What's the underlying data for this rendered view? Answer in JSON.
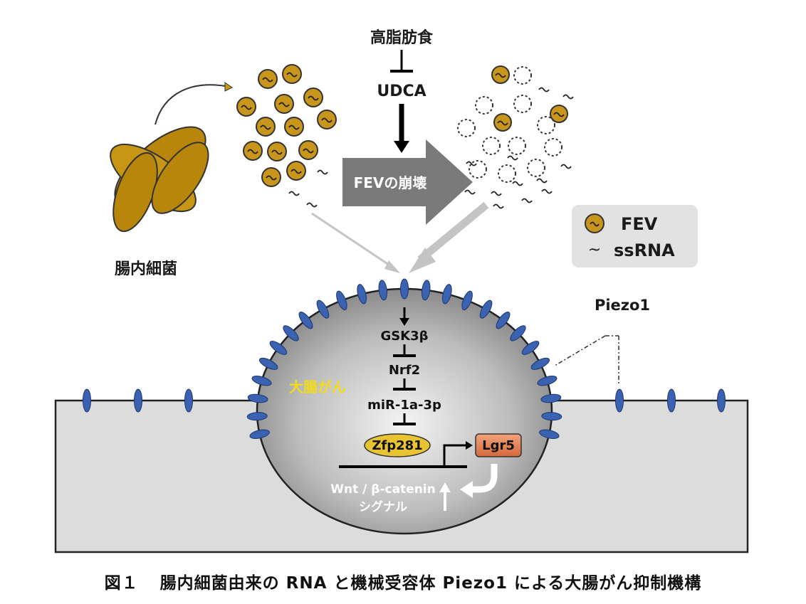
{
  "colors": {
    "fev": "#c8961c",
    "bacteria": "#b8860b",
    "receptor": "#3b62b0",
    "tissue": "#dcdcdc",
    "legend_bg": "#e2e2e2",
    "cancer_label": "#f2dc1a",
    "lgr5": "#e07a4a",
    "zfp281": "#e8c432",
    "arrow_gray": "#bdbdbd",
    "big_arrow": "#7a7a7a"
  },
  "labels": {
    "diet": "高脂肪食",
    "udca": "UDCA",
    "bacteria": "腸内細菌",
    "fev_collapse": "FEVの崩壊",
    "piezo": "Piezo1",
    "cancer": "大腸がん",
    "gsk": "GSK3β",
    "nrf2": "Nrf2",
    "mir": "miR-1a-3p",
    "zfp": "Zfp281",
    "lgr5": "Lgr5",
    "wnt": "Wnt / β-catenin",
    "signal": "シグナル"
  },
  "legend": {
    "fev": "FEV",
    "ssrna": "ssRNA",
    "wave": "~"
  },
  "caption": {
    "fig": "図１",
    "text": "腸内細菌由来の RNA と機械受容体 Piezo1 による大腸がん抑制機構"
  },
  "icons": {
    "vesicle": "fev-vesicle-icon",
    "broken_vesicle": "broken-vesicle-icon",
    "ssrna": "ssrna-wave-icon",
    "receptor": "piezo1-receptor-icon"
  }
}
